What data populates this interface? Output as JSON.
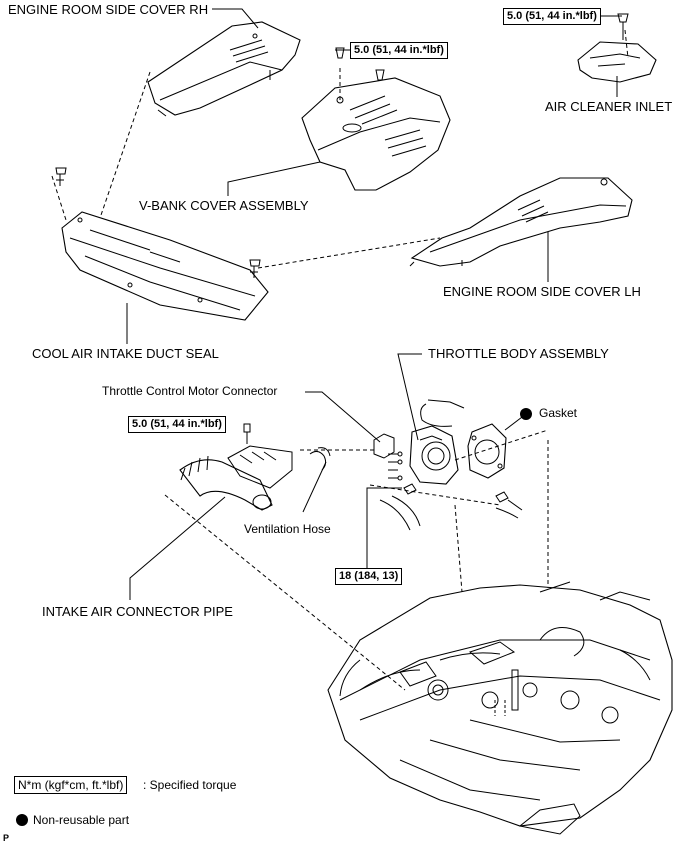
{
  "labels": {
    "engine_room_side_cover_rh": "ENGINE ROOM SIDE COVER RH",
    "air_cleaner_inlet": "AIR CLEANER INLET",
    "v_bank_cover_assembly": "V-BANK COVER ASSEMBLY",
    "engine_room_side_cover_lh": "ENGINE ROOM SIDE COVER LH",
    "cool_air_intake_duct_seal": "COOL AIR INTAKE DUCT SEAL",
    "throttle_body_assembly": "THROTTLE BODY ASSEMBLY",
    "throttle_control_motor_connector": "Throttle Control Motor Connector",
    "gasket": "Gasket",
    "ventilation_hose": "Ventilation Hose",
    "intake_air_connector_pipe": "INTAKE AIR CONNECTOR PIPE"
  },
  "torques": {
    "air_cleaner": "5.0 (51, 44 in.*lbf)",
    "v_bank": "5.0 (51, 44 in.*lbf)",
    "connector_pipe": "5.0 (51, 44 in.*lbf)",
    "throttle_body": "18 (184, 13)"
  },
  "legend": {
    "torque_box": "N*m (kgf*cm, ft.*lbf)",
    "torque_text": ": Specified torque",
    "nonreusable_text": "Non-reusable part"
  },
  "corner_mark": "P"
}
